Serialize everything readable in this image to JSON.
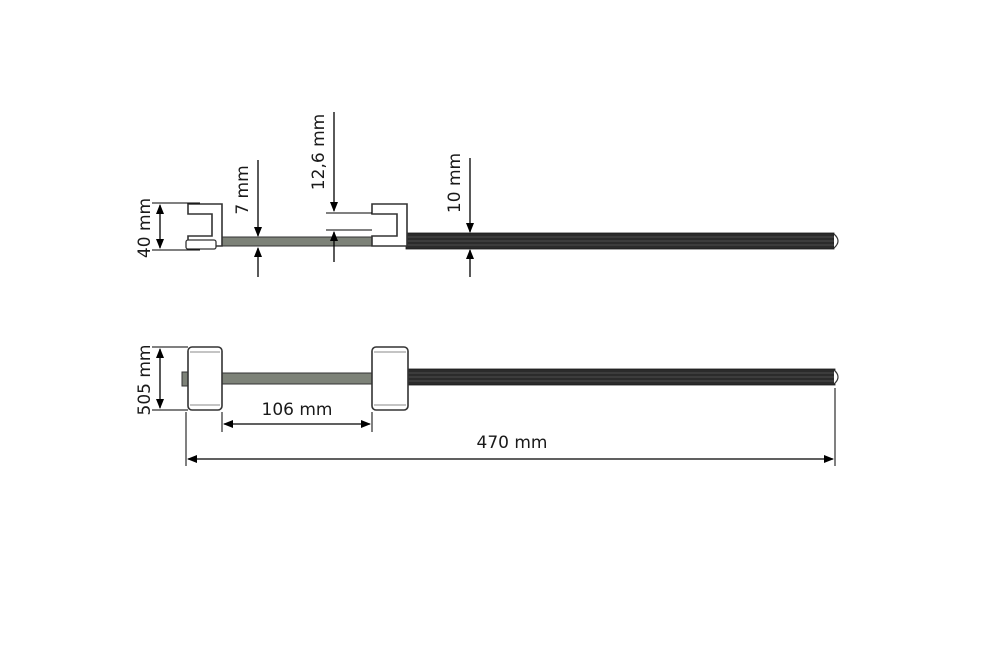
{
  "drawing": {
    "colors": {
      "line": "#000000",
      "rod": "#7d8278",
      "fluted_bar": "#2b2b2b",
      "background": "#ffffff"
    },
    "side_view": {
      "dim_height": "40 mm",
      "dim_rod_thickness": "7 mm",
      "dim_clip_gap": "12,6 mm",
      "dim_bar_thickness": "10 mm"
    },
    "top_view": {
      "dim_width": "505 mm",
      "dim_inner_length": "106 mm",
      "dim_total_length": "470 mm"
    }
  }
}
